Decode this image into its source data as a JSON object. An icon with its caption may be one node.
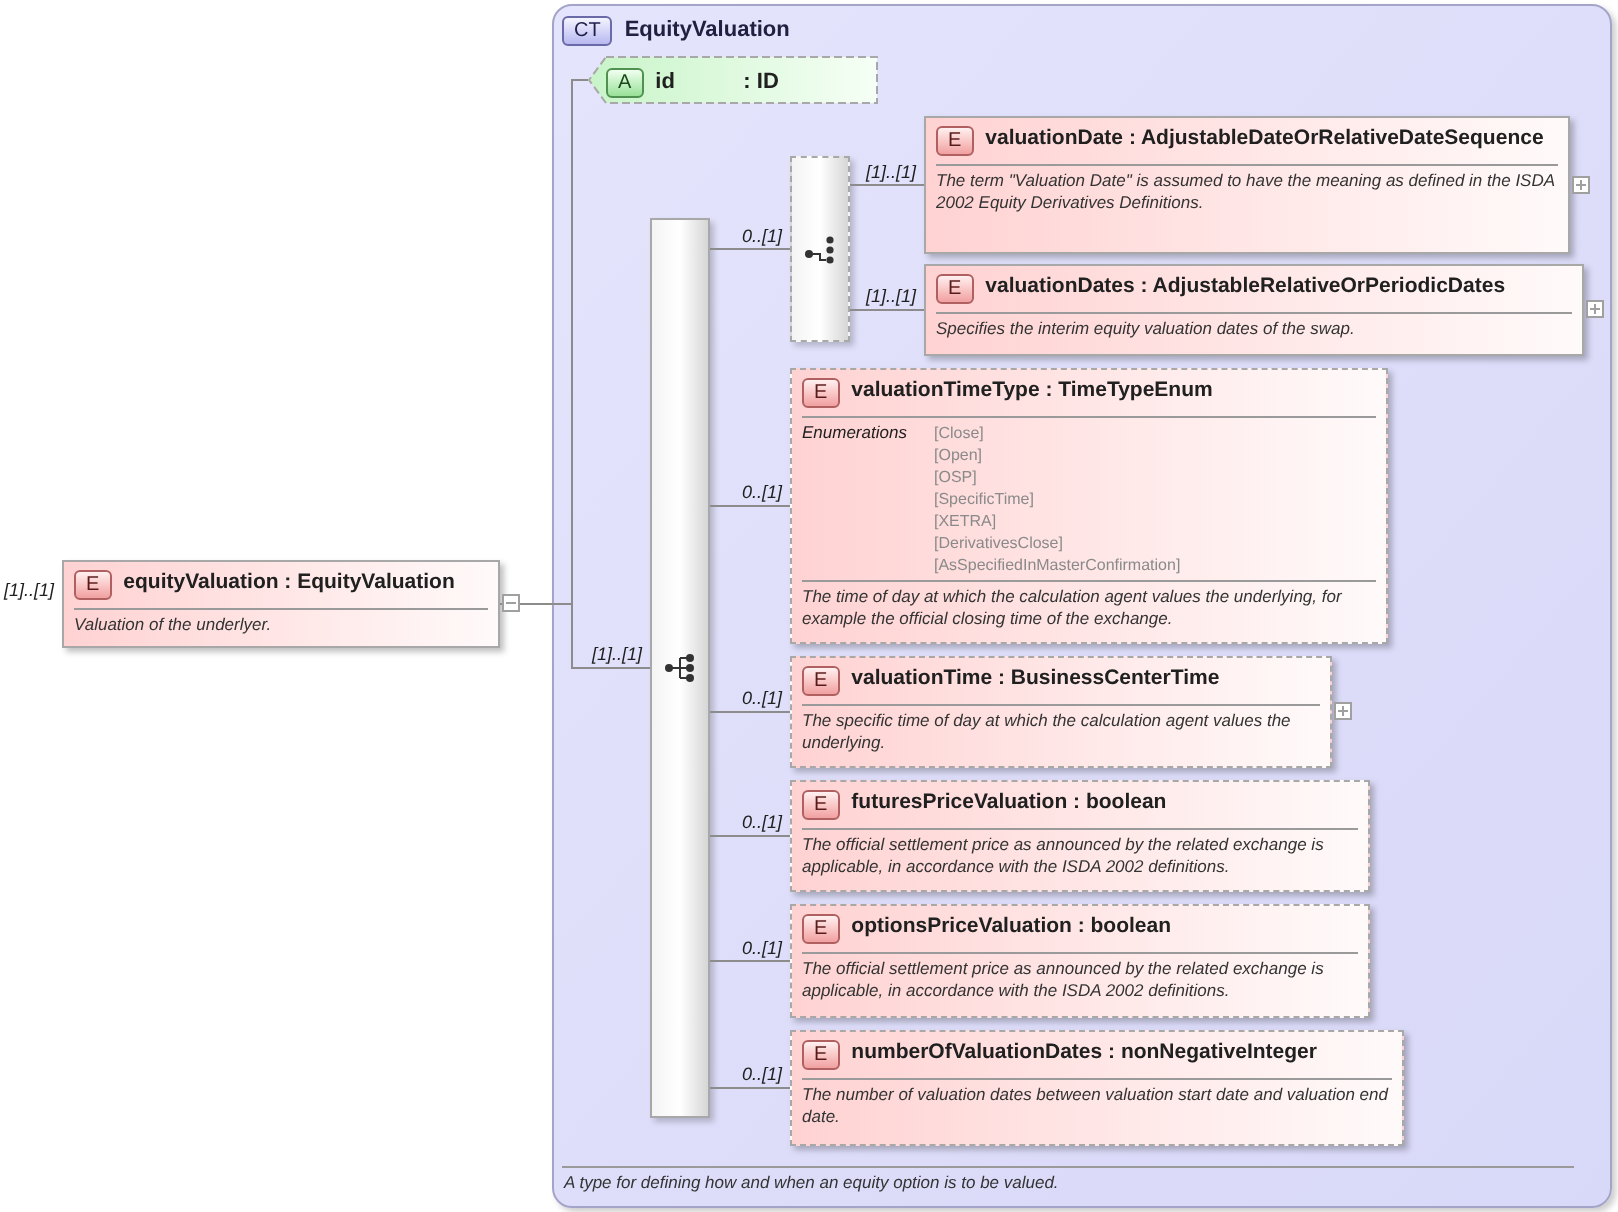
{
  "diagram": {
    "nodes": [
      {
        "text": [
          "E",
          "equityValuation : EquityValuation",
          "Valuation of the underlyer."
        ],
        "beside": [
          "[1]..[1]"
        ]
      },
      {
        "text": [
          "CT",
          "EquityValuation",
          "A type for defining how and when an equity option is to be valued."
        ]
      },
      {
        "text": [
          "A",
          "id",
          ": ID"
        ],
        "in": 1
      },
      {
        "text": [],
        "shape": "bar",
        "in": 1
      },
      {
        "text": [],
        "shape": "box",
        "in": 1
      },
      {
        "text": [
          "E",
          "valuationDate : AdjustableDateOrRelativeDateSequence",
          "The term \"Valuation Date\" is assumed to have the meaning as defined in the ISDA 2002 Equity Derivatives Definitions."
        ],
        "in": 1
      },
      {
        "text": [
          "E",
          "valuationDates : AdjustableRelativeOrPeriodicDates",
          "Specifies the interim equity valuation dates of the swap."
        ],
        "in": 1
      },
      {
        "text": [
          "E",
          "valuationTimeType : TimeTypeEnum",
          "Enumerations",
          "[Close]",
          "[Open]",
          "[OSP]",
          "[SpecificTime]",
          "[XETRA]",
          "[DerivativesClose]",
          "[AsSpecifiedInMasterConfirmation]",
          "The time of day at which the calculation agent values the underlying, for example the official closing time of the exchange."
        ],
        "in": 1
      },
      {
        "text": [
          "E",
          "valuationTime : BusinessCenterTime",
          "The specific time of day at which the calculation agent values the underlying."
        ],
        "in": 1
      },
      {
        "text": [
          "E",
          "futuresPriceValuation : boolean",
          "The official settlement price as announced by the related exchange is applicable, in accordance with the ISDA 2002 definitions."
        ],
        "in": 1
      },
      {
        "text": [
          "E",
          "optionsPriceValuation : boolean",
          "The official settlement price as announced by the related exchange is applicable, in accordance with the ISDA 2002 definitions."
        ],
        "in": 1
      },
      {
        "text": [
          "E",
          "numberOfValuationDates : nonNegativeInteger",
          "The number of valuation dates between valuation start date and valuation end date."
        ],
        "in": 1
      }
    ],
    "edges": [
      {
        "from": 0,
        "to": 2,
        "arrow": "none"
      },
      {
        "from": 0,
        "to": 3,
        "arrow": "none",
        "label": "[1]..[1]"
      },
      {
        "from": 3,
        "to": 4,
        "arrow": "none",
        "label": "0..[1]"
      },
      {
        "from": 4,
        "to": 5,
        "arrow": "none",
        "label": "[1]..[1]"
      },
      {
        "from": 4,
        "to": 6,
        "arrow": "none",
        "label": "[1]..[1]"
      },
      {
        "from": 3,
        "to": 7,
        "arrow": "none",
        "label": "0..[1]"
      },
      {
        "from": 3,
        "to": 8,
        "arrow": "none",
        "label": "0..[1]"
      },
      {
        "from": 3,
        "to": 9,
        "arrow": "none",
        "label": "0..[1]"
      },
      {
        "from": 3,
        "to": 10,
        "arrow": "none",
        "label": "0..[1]"
      },
      {
        "from": 3,
        "to": 11,
        "arrow": "none",
        "label": "0..[1]"
      }
    ]
  }
}
